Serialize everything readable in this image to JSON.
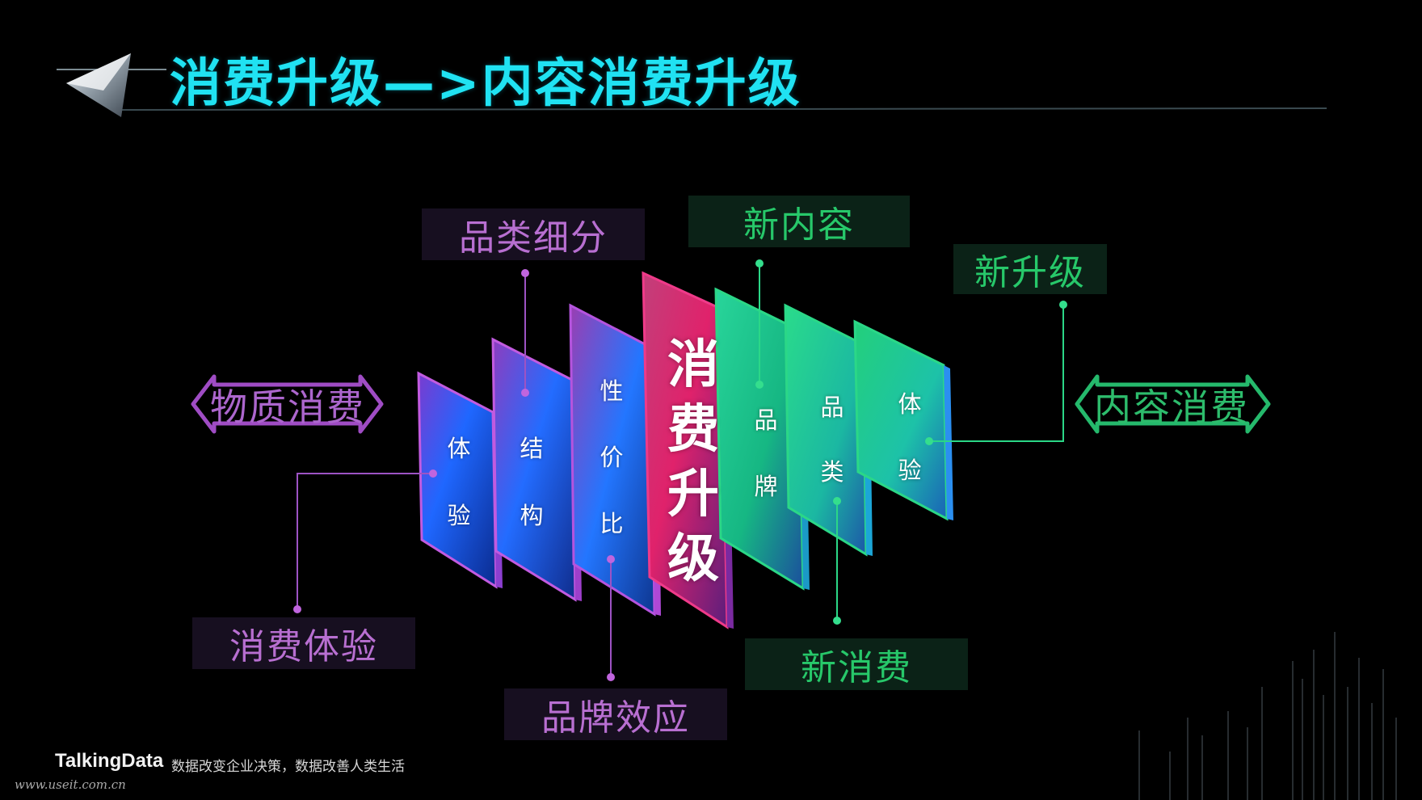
{
  "header": {
    "title": "消费升级—>内容消费升级"
  },
  "diagram": {
    "left_arrow_label": "物质消费",
    "right_arrow_label": "内容消费",
    "center_label": [
      "消",
      "费",
      "升",
      "级"
    ],
    "panels": {
      "left_1": [
        "体",
        "验"
      ],
      "left_2": [
        "结",
        "构"
      ],
      "left_3": [
        "性",
        "价",
        "比"
      ],
      "right_1": [
        "品",
        "牌"
      ],
      "right_2": [
        "品",
        "类"
      ],
      "right_3": [
        "体",
        "验"
      ]
    },
    "callouts": {
      "top_left": "品类细分",
      "bottom_left": "消费体验",
      "bottom_center": "品牌效应",
      "top_green": "新内容",
      "right_green": "新升级",
      "bottom_green": "新消费"
    }
  },
  "footer": {
    "brand": "TalkingData",
    "slogan": "数据改变企业决策，数据改善人类生活",
    "url": "www.useit.com.cn"
  },
  "colors": {
    "background": "#000000",
    "title": "#20e2f2",
    "purple": "#b86fd1",
    "green": "#27c86a",
    "magenta": "#d52e72",
    "blue": "#1a6cff",
    "teal": "#22d1a1"
  }
}
